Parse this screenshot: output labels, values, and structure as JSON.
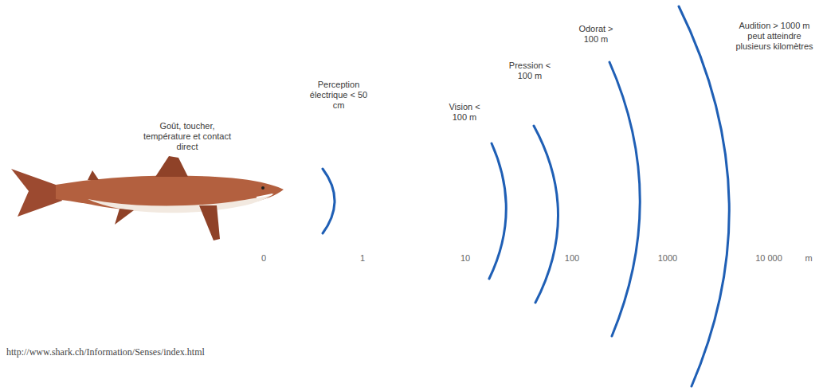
{
  "diagram": {
    "labels": [
      "Goût, toucher, température et contact direct",
      "Perception électrique < 50 cm",
      "Vision < 100 m",
      "Pression < 100 m",
      "Odorat > 100 m",
      "Audition > 1000 m peut atteindre plusieurs kilomètres",
      "0",
      "1",
      "10",
      "100",
      "1000",
      "10 000",
      "m",
      "http://www.shark.ch/Information/Senses/index.html"
    ]
  }
}
